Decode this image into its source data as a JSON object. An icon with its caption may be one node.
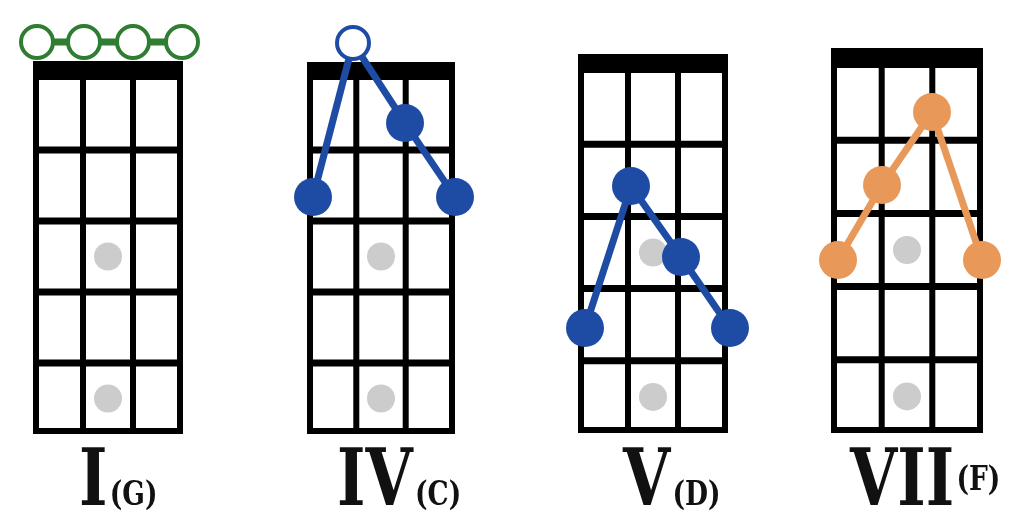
{
  "diagram": {
    "nodes": [
      {
        "text": [],
        "shape": "circle"
      },
      {
        "text": [],
        "shape": "circle"
      },
      {
        "text": [],
        "shape": "circle"
      },
      {
        "text": [],
        "shape": "circle"
      },
      {
        "text": [],
        "shape": "circle"
      },
      {
        "text": [],
        "shape": "circle"
      },
      {
        "text": [],
        "shape": "circle"
      },
      {
        "text": [],
        "shape": "circle"
      },
      {
        "text": [],
        "shape": "circle"
      },
      {
        "text": [],
        "shape": "circle"
      },
      {
        "text": [],
        "shape": "circle"
      },
      {
        "text": [],
        "shape": "circle"
      },
      {
        "text": [],
        "shape": "circle"
      },
      {
        "text": [],
        "shape": "circle"
      },
      {
        "text": [],
        "shape": "circle"
      },
      {
        "text": [],
        "shape": "circle"
      }
    ],
    "edges": [
      {
        "from": 0,
        "to": 1,
        "arrow": "none",
        "color": "#2f7d32"
      },
      {
        "from": 1,
        "to": 2,
        "arrow": "none",
        "color": "#2f7d32"
      },
      {
        "from": 2,
        "to": 3,
        "arrow": "none",
        "color": "#2f7d32"
      },
      {
        "from": 4,
        "to": 6,
        "arrow": "none"
      },
      {
        "from": 4,
        "to": 5,
        "arrow": "none"
      },
      {
        "from": 5,
        "to": 7,
        "arrow": "none"
      },
      {
        "from": 8,
        "to": 10,
        "arrow": "none"
      },
      {
        "from": 8,
        "to": 9,
        "arrow": "none"
      },
      {
        "from": 9,
        "to": 11,
        "arrow": "none"
      },
      {
        "from": 12,
        "to": 13,
        "arrow": "none",
        "color": "#e8995a"
      },
      {
        "from": 13,
        "to": 14,
        "arrow": "none",
        "color": "#e8995a"
      },
      {
        "from": 12,
        "to": 15,
        "arrow": "none",
        "color": "#e8995a"
      }
    ],
    "labels": [
      "I(G)",
      "IV(C)",
      "V(D)",
      "VII(F)"
    ]
  }
}
